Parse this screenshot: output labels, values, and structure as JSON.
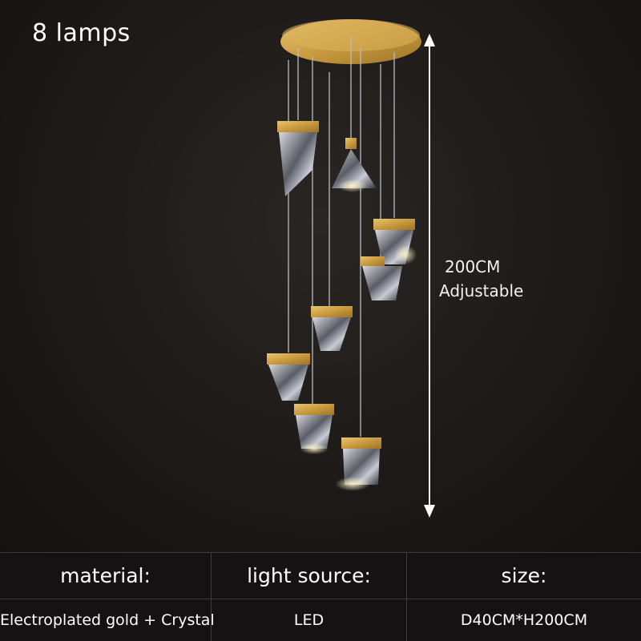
{
  "product": {
    "title": "8 lamps",
    "lamp_count": 8
  },
  "dimension": {
    "line1": "200CM",
    "line2": "Adjustable",
    "arrow_color": "#ffffff"
  },
  "colors": {
    "background": "#1a1716",
    "gold": "#c9a24a",
    "table_border": "#3d3b3a",
    "text": "#ffffff"
  },
  "specs": {
    "headers": [
      "material:",
      "light source:",
      "size:"
    ],
    "values": [
      "Electroplated gold + Crystal",
      "LED",
      "D40CM*H200CM"
    ]
  }
}
